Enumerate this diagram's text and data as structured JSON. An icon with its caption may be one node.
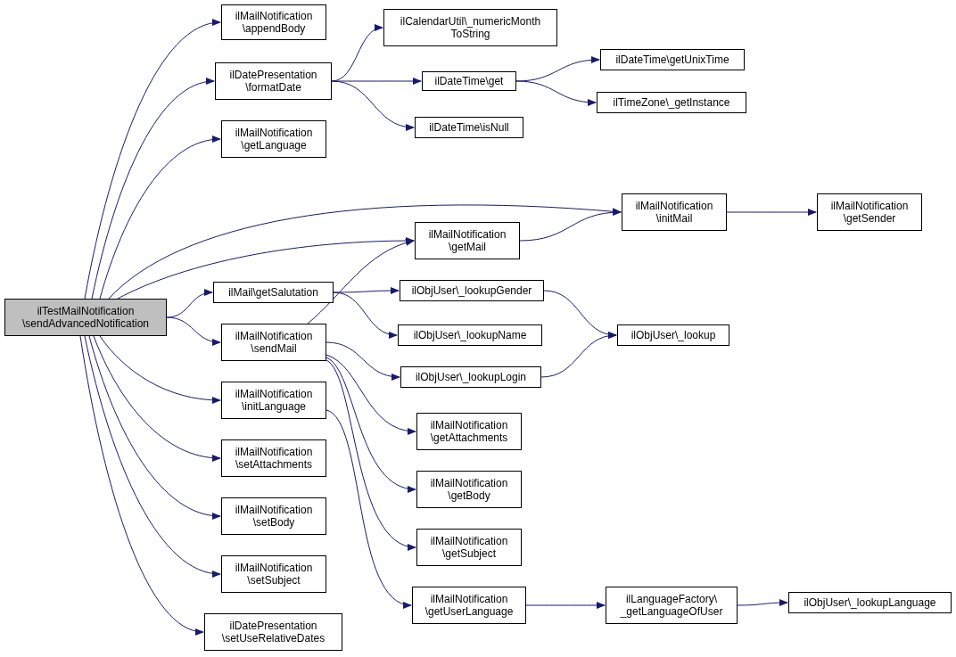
{
  "diagram": {
    "nodes": [
      {
        "text": [
          "ilTestMailNotification \\sendAdvancedNotification"
        ]
      },
      {
        "text": [
          "ilMailNotification \\appendBody"
        ]
      },
      {
        "text": [
          "ilDatePresentation \\formatDate"
        ]
      },
      {
        "text": [
          "ilCalendarUtil\\_numericMonth ToString"
        ]
      },
      {
        "text": [
          "ilDateTime\\get"
        ]
      },
      {
        "text": [
          "ilDateTime\\getUnixTime"
        ]
      },
      {
        "text": [
          "ilTimeZone\\_getInstance"
        ]
      },
      {
        "text": [
          "ilDateTime\\isNull"
        ]
      },
      {
        "text": [
          "ilMailNotification \\getLanguage"
        ]
      },
      {
        "text": [
          "ilMailNotification \\initMail"
        ]
      },
      {
        "text": [
          "ilMailNotification \\getSender"
        ]
      },
      {
        "text": [
          "ilMailNotification \\getMail"
        ]
      },
      {
        "text": [
          "ilMail\\getSalutation"
        ]
      },
      {
        "text": [
          "ilObjUser\\_lookupGender"
        ]
      },
      {
        "text": [
          "ilObjUser\\_lookupName"
        ]
      },
      {
        "text": [
          "ilObjUser\\_lookup"
        ]
      },
      {
        "text": [
          "ilMailNotification \\sendMail"
        ]
      },
      {
        "text": [
          "ilObjUser\\_lookupLogin"
        ]
      },
      {
        "text": [
          "ilMailNotification \\initLanguage"
        ]
      },
      {
        "text": [
          "ilMailNotification \\getAttachments"
        ]
      },
      {
        "text": [
          "ilMailNotification \\setAttachments"
        ]
      },
      {
        "text": [
          "ilMailNotification \\getBody"
        ]
      },
      {
        "text": [
          "ilMailNotification \\setBody"
        ]
      },
      {
        "text": [
          "ilMailNotification \\getSubject"
        ]
      },
      {
        "text": [
          "ilMailNotification \\setSubject"
        ]
      },
      {
        "text": [
          "ilMailNotification \\getUserLanguage"
        ]
      },
      {
        "text": [
          "ilLanguageFactory\\ _getLanguageOfUser"
        ]
      },
      {
        "text": [
          "ilObjUser\\_lookupLanguage"
        ]
      },
      {
        "text": [
          "ilDatePresentation \\setUseRelativeDates"
        ]
      }
    ],
    "edges": [
      {
        "from": 0,
        "to": 1,
        "arrow": "to"
      },
      {
        "from": 0,
        "to": 2,
        "arrow": "to"
      },
      {
        "from": 0,
        "to": 8,
        "arrow": "to"
      },
      {
        "from": 0,
        "to": 9,
        "arrow": "to"
      },
      {
        "from": 0,
        "to": 11,
        "arrow": "to"
      },
      {
        "from": 0,
        "to": 12,
        "arrow": "to"
      },
      {
        "from": 0,
        "to": 16,
        "arrow": "to"
      },
      {
        "from": 0,
        "to": 18,
        "arrow": "to"
      },
      {
        "from": 0,
        "to": 20,
        "arrow": "to"
      },
      {
        "from": 0,
        "to": 22,
        "arrow": "to"
      },
      {
        "from": 0,
        "to": 24,
        "arrow": "to"
      },
      {
        "from": 0,
        "to": 28,
        "arrow": "to"
      },
      {
        "from": 2,
        "to": 3,
        "arrow": "to"
      },
      {
        "from": 2,
        "to": 4,
        "arrow": "to"
      },
      {
        "from": 2,
        "to": 7,
        "arrow": "to"
      },
      {
        "from": 4,
        "to": 5,
        "arrow": "to"
      },
      {
        "from": 4,
        "to": 6,
        "arrow": "to"
      },
      {
        "from": 9,
        "to": 10,
        "arrow": "to"
      },
      {
        "from": 11,
        "to": 9,
        "arrow": "to"
      },
      {
        "from": 12,
        "to": 13,
        "arrow": "to"
      },
      {
        "from": 12,
        "to": 14,
        "arrow": "to"
      },
      {
        "from": 13,
        "to": 15,
        "arrow": "to"
      },
      {
        "from": 16,
        "to": 11,
        "arrow": "to"
      },
      {
        "from": 16,
        "to": 17,
        "arrow": "to"
      },
      {
        "from": 16,
        "to": 19,
        "arrow": "to"
      },
      {
        "from": 16,
        "to": 21,
        "arrow": "to"
      },
      {
        "from": 16,
        "to": 23,
        "arrow": "to"
      },
      {
        "from": 17,
        "to": 15,
        "arrow": "to"
      },
      {
        "from": 18,
        "to": 25,
        "arrow": "to"
      },
      {
        "from": 25,
        "to": 26,
        "arrow": "to"
      },
      {
        "from": 26,
        "to": 27,
        "arrow": "to"
      }
    ]
  }
}
